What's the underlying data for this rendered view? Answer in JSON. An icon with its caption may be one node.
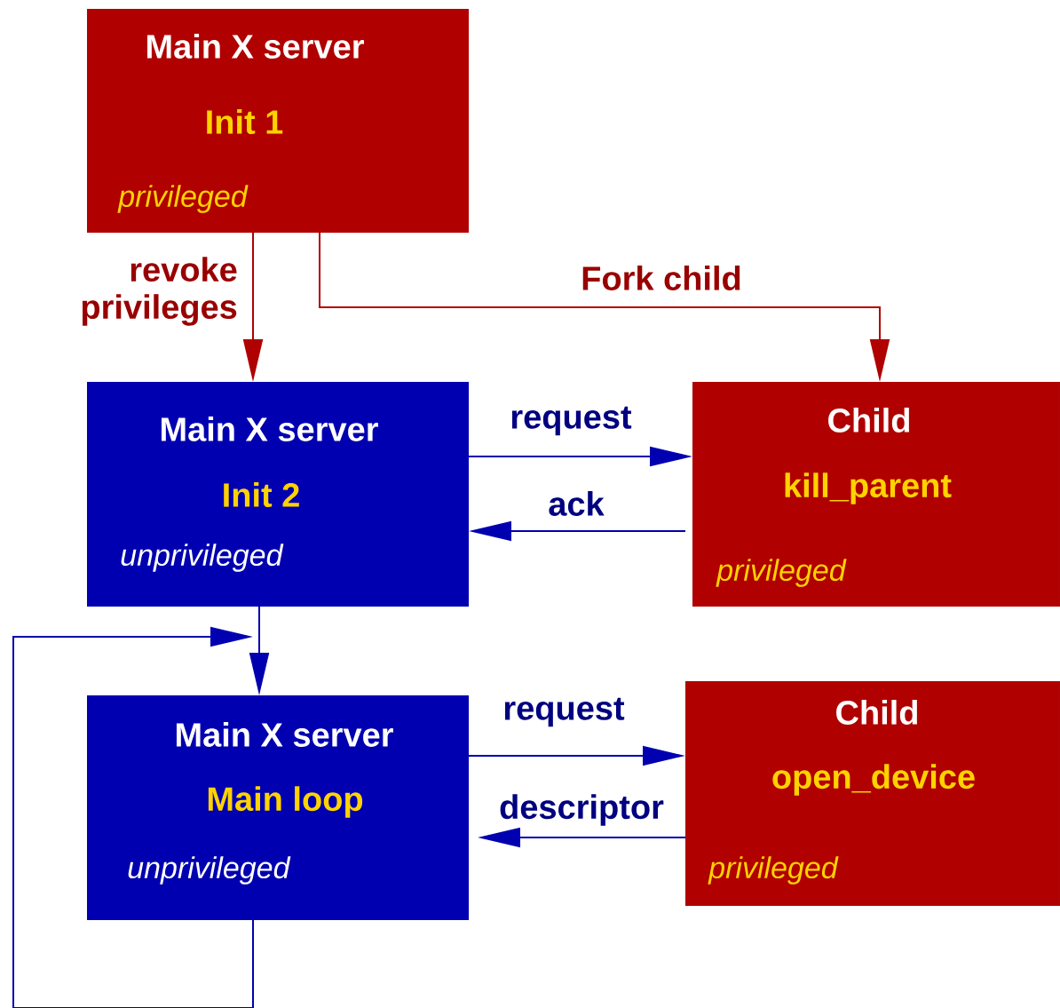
{
  "diagram": {
    "nodes": [
      {
        "text": [
          "Main X server",
          "Init 1",
          "privileged"
        ]
      },
      {
        "text": [
          "Main X server",
          "Init 2",
          "unprivileged"
        ]
      },
      {
        "text": [
          "Child",
          "kill_parent",
          "privileged"
        ]
      },
      {
        "text": [
          "Main X server",
          "Main loop",
          "unprivileged"
        ]
      },
      {
        "text": [
          "Child",
          "open_device",
          "privileged"
        ]
      }
    ],
    "edges": [
      {
        "from": 0,
        "to": 1,
        "arrow": "to",
        "label": "revoke privileges",
        "color": "#b00000"
      },
      {
        "from": 0,
        "to": 2,
        "arrow": "to",
        "label": "Fork child",
        "color": "#b00000"
      },
      {
        "from": 1,
        "to": 2,
        "arrow": "to",
        "label": "request"
      },
      {
        "from": 2,
        "to": 1,
        "arrow": "to",
        "label": "ack"
      },
      {
        "from": 1,
        "to": 3,
        "arrow": "to"
      },
      {
        "from": 3,
        "to": null,
        "arrow": "to"
      },
      {
        "from": 3,
        "to": 4,
        "arrow": "to",
        "label": "request"
      },
      {
        "from": 4,
        "to": 3,
        "arrow": "to",
        "label": "descriptor"
      }
    ]
  }
}
